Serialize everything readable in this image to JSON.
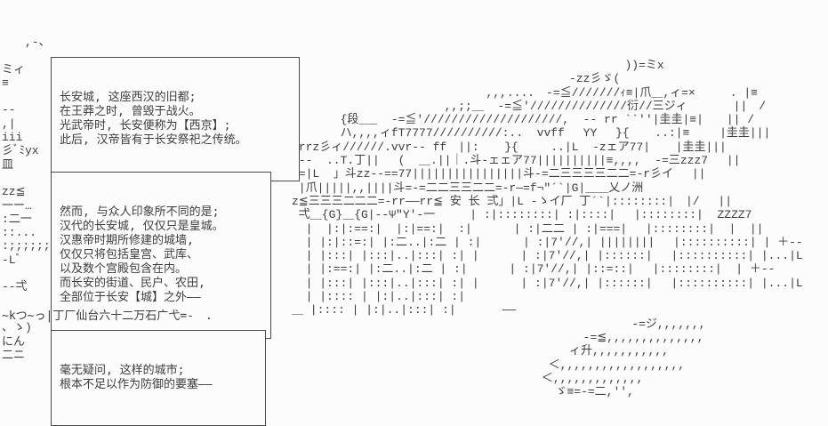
{
  "scene": {
    "bg_color": "#fcfcfc",
    "text_color": "#3d3d3d"
  },
  "dialogue_boxes": [
    {
      "lines": [
        "长安城, 这座西汉的旧都;",
        "在王莽之时, 曾毁于战火。",
        "光武帝时, 长安便称为【西京】;",
        "此后, 汉帝皆有于长安祭祀之传统。"
      ]
    },
    {
      "lines": [
        "然而, 与众人印象所不同的是;",
        "汉代的长安城, 仅仅只是皇城。",
        "汉惠帝时期所修建的城墙,",
        "仅仅只将包括皇宫、武库、",
        "以及数个宫殿包含在内。",
        "而长安的街道、民户、农田,",
        "全部位于长安【城】之外——"
      ]
    },
    {
      "lines": [
        "毫无疑问, 这样的城市;",
        "根本不足以作为防御的要塞——"
      ]
    }
  ],
  "signature": "~kつ~っ|丁厂仙台六十二万石广弋=-　.",
  "ascii_art": {
    "left_lines": [
      "　　,-、",
      "",
      "ミィ",
      "≡",
      "",
      "--",
      ",|",
      "iii",
      "彡ﾞﾐyx　|||||丁　ア×-　|彡ﾞ",
      "皿",
      "",
      "zz≦",
      "一ー…",
      ":二一",
      "::...",
      ":;;;;;;;;|||",
      "-Lﾞ",
      "",
      "--弌",
      "",
      "",
      "、ゝ)",
      "にん",
      "二ニ"
    ],
    "right_lines": [
      "                                                ))=ミx",
      "                                        -zz彡ゞ(",
      "                            ,,,....　-=≦///////ｨ≡|爪＿,ィ=×　　　. |≡",
      "                      ,,;;＿  -=≦'//////////////衍//三ジィ　　　　||　/",
      "       {段＿_  -=≦'////////////////////,  -- rr ``''|圭圭|≡|　　|| /",
      "       ハ,,,,ィfT7777//////////:..  vvff　 YY　 }{　  ..:|≡　　 |圭圭|||",
      " rrz彡ィ//////.vvr-- ff　||:　  }{　   ..|L  -zェア77|　  |圭圭|||",
      "=--  ..T.丁||　 (  ＿.||｜.斗-ェェア77||||||||||≡,,,,  -=三zzz7　 ||",
      "-=|L  」斗zz--==77||||||||||||||||斗-=二三三三三二二=-r彡イ　 ||",
      " |爪|||||,,||||斗=-=二二三三二二=-r―=f¬\"´`|G|＿＿乂ノ洲",
      "z≦三三三二二二=-rr――rr≦ 安 长 弍」|L -ゝイ厂 丁´`|::::::::|　|/　 ||",
      " 弌＿{G}＿{G|--Ψ\"Y'-一　　　| :|::::::::| :|::::|　 |::::::::|  ZZZZ7",
      "  |  |:|:==:|  |:|==:|  :|　　　 | :|二二 | :|===|　 |::::::::|  |  ||",
      "  | |:|::=:| |:二..|:二 | :|　　　 | :|7'//,| ||||||||　 |::::::::::| | ＋--",
      "  | |:::| |:::|..|:::| :| |　　　 | :|7'//,| |::::::|　 |::::::::::| |...|L",
      "  | |:==:| |:二..|:二 | :|　　　 | :|7'//,| |::=::|　 |::::::::|  | ＋--",
      "  | |:::| |:::|..|:::| :| |　　　 | :|7'//,| |::::::|　 |::::::::::| |...|L",
      "  | |:::: | |:|..|:::| :|",
      "＿ |:::: | |:|..|:::| :|　　　　――",
      "                                                 -=ジ,,,,,,,",
      "                                          -=≦,,,,,,,,,,,,,,",
      "                                        ィ升,,,,,,,,,,,",
      "                                     ＜,,,,,,,,,,,,,,,,,,",
      "                                    ＜,,,,,,,,,,,,,",
      "                                      ゞ≡=-=二,'',"
    ]
  }
}
